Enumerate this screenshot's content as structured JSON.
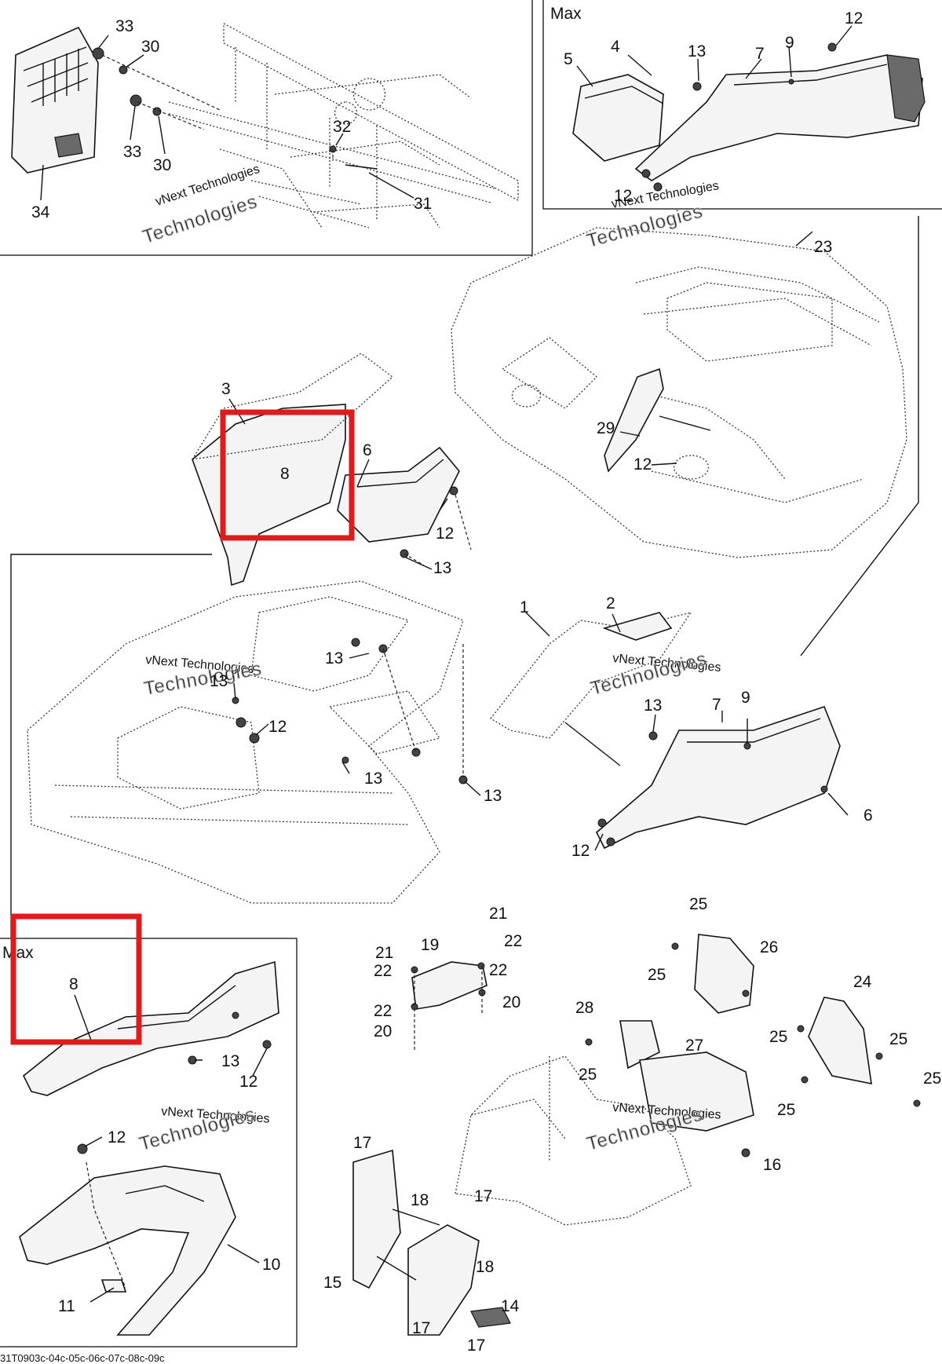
{
  "insets": {
    "top_right_title": "Max",
    "bottom_left_title": "Max"
  },
  "watermark": {
    "line1": "vNext Technologies",
    "line2": "Technologies"
  },
  "footer": {
    "code": "31T0903c-04c-05c-06c-07c-08c-09c"
  },
  "callouts": {
    "c1": "33",
    "c2": "30",
    "c3": "33",
    "c4": "30",
    "c5": "32",
    "c6": "31",
    "c7": "34",
    "c8": "12",
    "c9": "5",
    "c10": "4",
    "c11": "13",
    "c12": "7",
    "c13": "9",
    "c14": "12",
    "c15": "23",
    "c16": "3",
    "c17": "8",
    "c18": "6",
    "c19": "12",
    "c20": "13",
    "c21": "29",
    "c22": "12",
    "c23": "13",
    "c24": "13",
    "c25": "12",
    "c26": "13",
    "c27": "13",
    "c28": "1",
    "c29": "2",
    "c30": "13",
    "c31": "7",
    "c32": "9",
    "c33": "6",
    "c34": "12",
    "c35": "8",
    "c36": "13",
    "c37": "12",
    "c38": "12",
    "c39": "10",
    "c40": "11",
    "c41": "21",
    "c42": "22",
    "c43": "21",
    "c44": "22",
    "c45": "19",
    "c46": "22",
    "c47": "20",
    "c48": "22",
    "c49": "20",
    "c50": "25",
    "c51": "26",
    "c52": "25",
    "c53": "24",
    "c54": "28",
    "c55": "25",
    "c56": "27",
    "c57": "25",
    "c58": "25",
    "c59": "25",
    "c60": "25",
    "c61": "16",
    "c62": "17",
    "c63": "17",
    "c64": "18",
    "c65": "18",
    "c66": "15",
    "c67": "17",
    "c68": "14",
    "c69": "17"
  },
  "highlight_color": "#e01b1b"
}
